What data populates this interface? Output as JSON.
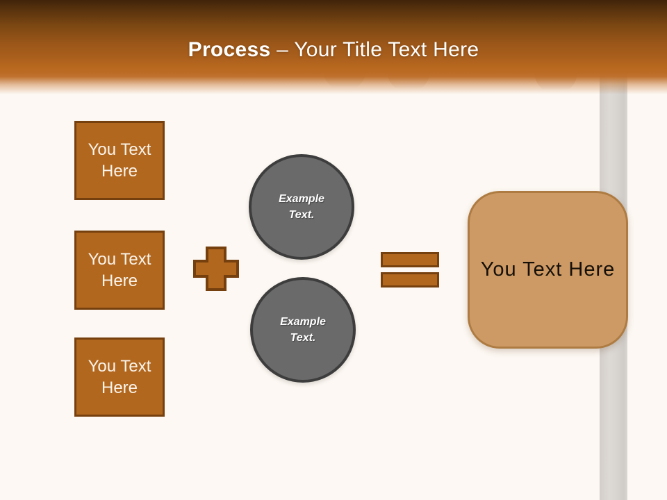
{
  "header": {
    "title_bold": "Process",
    "title_rest": " – Your Title Text Here"
  },
  "diagram": {
    "inputs": [
      {
        "label": "You Text Here"
      },
      {
        "label": "You Text Here"
      },
      {
        "label": "You Text Here"
      }
    ],
    "circles": [
      {
        "label": "Example Text."
      },
      {
        "label": "Example Text."
      }
    ],
    "operators": {
      "plus": "plus",
      "equals": "equals"
    },
    "result": {
      "label": "You Text Here"
    }
  },
  "colors": {
    "background": "#fdf8f3",
    "header_dark": "#40230a",
    "header_orange": "#b2651f",
    "shape_brown": "#b2671f",
    "shape_brown_border": "#76400e",
    "circle_gray": "#6a6a6a",
    "circle_gray_border": "#3d3d3d",
    "result_tan": "#cd9a66",
    "result_tan_border": "#ae7c42",
    "stripe_gray": "#d6d2ce",
    "text_light": "#ffffff",
    "text_dark": "#150f06"
  }
}
